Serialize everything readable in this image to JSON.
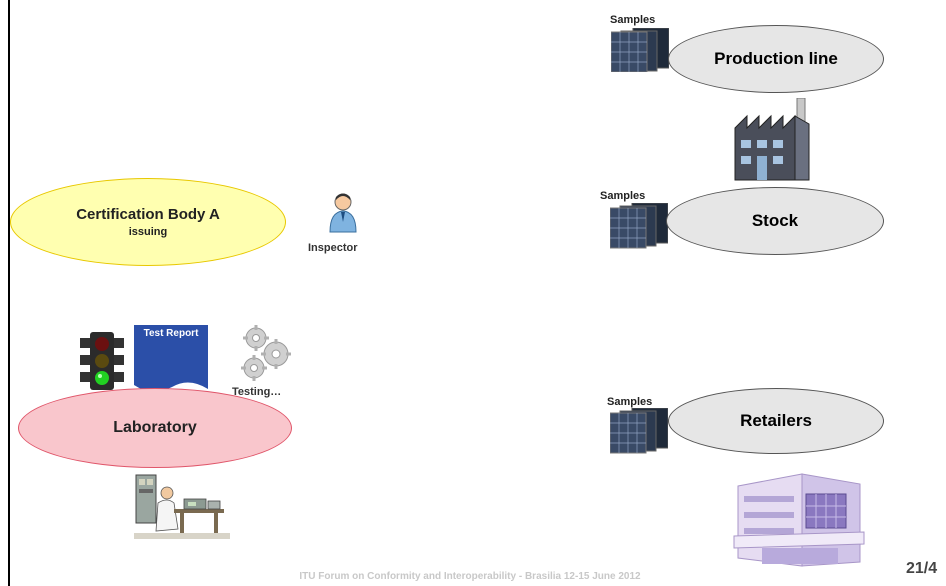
{
  "nodes": {
    "certification_body": {
      "title": "Certification Body A",
      "subtitle": "issuing"
    },
    "laboratory": {
      "label": "Laboratory"
    },
    "production_line": {
      "label": "Production line"
    },
    "stock": {
      "label": "Stock"
    },
    "retailers": {
      "label": "Retailers"
    }
  },
  "labels": {
    "inspector": "Inspector",
    "testing": "Testing…",
    "samples_production": "Samples",
    "samples_stock": "Samples",
    "samples_retailers": "Samples",
    "test_report": "Test Report"
  },
  "footer": {
    "text": "ITU Forum on Conformity and Interoperability - Brasilia 12-15  June 2012",
    "page": "21/4"
  },
  "colors": {
    "certification_fill": "#ffffb0",
    "laboratory_fill": "#f9c6cc",
    "node_fill": "#e6e6e6"
  },
  "icons": [
    "inspector-person-icon",
    "traffic-light-icon",
    "test-report-icon",
    "gears-icon",
    "lab-technician-icon",
    "solar-panel-icon",
    "factory-icon",
    "retail-building-icon"
  ]
}
